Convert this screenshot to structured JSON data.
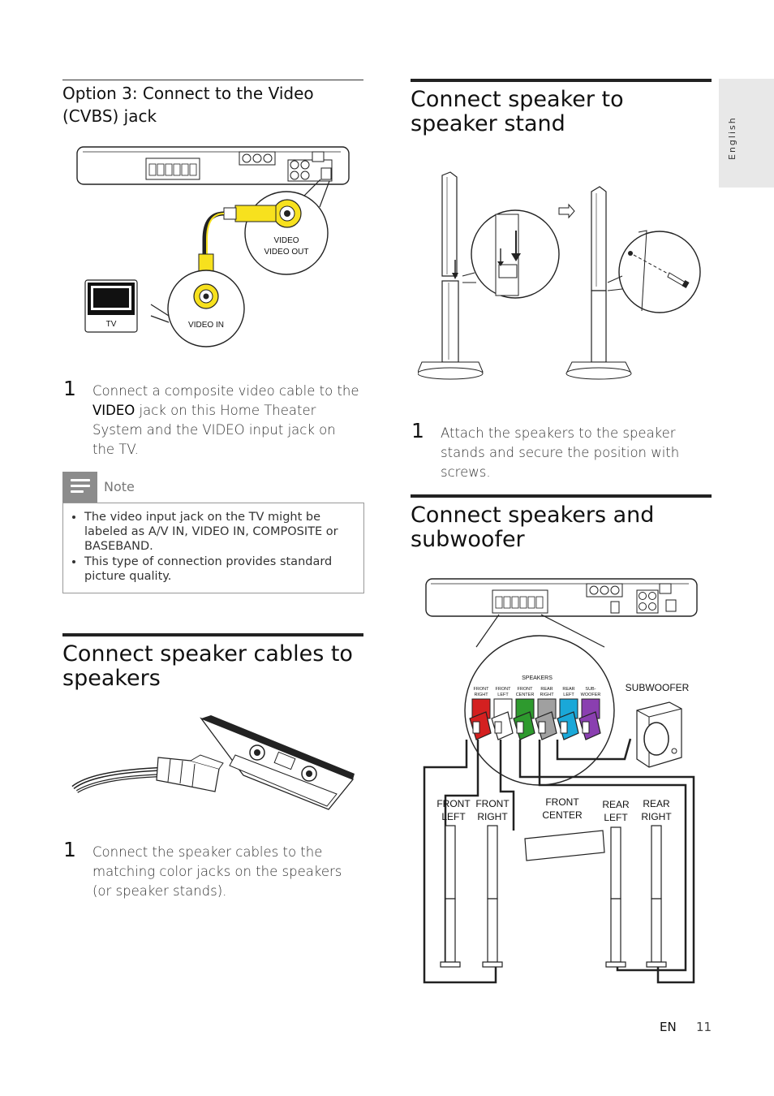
{
  "sidebar": {
    "language": "English"
  },
  "left": {
    "option_title": "Option 3: Connect to the Video (CVBS) jack",
    "video_diagram": {
      "video_label": "VIDEO",
      "video_out_label": "VIDEO OUT",
      "tv_label": "TV",
      "video_in_label": "VIDEO IN"
    },
    "step1": {
      "num": "1",
      "text_a": "Connect a composite video cable to the ",
      "text_bold": "VIDEO",
      "text_b": " jack on this Home Theater System and the VIDEO input jack on the TV."
    },
    "note": {
      "label": "Note",
      "items": [
        "The video input jack on the TV might be labeled as A/V IN, VIDEO IN, COMPOSITE or BASEBAND.",
        "This type of connection provides standard picture quality."
      ]
    },
    "section_cables": {
      "title": "Connect speaker cables to speakers",
      "step_num": "1",
      "step_text": "Connect the speaker cables to the matching color jacks on the speakers (or speaker stands)."
    }
  },
  "right": {
    "section_stand": {
      "title": "Connect speaker to speaker stand",
      "step_num": "1",
      "step_text": "Attach the speakers to the speaker stands and secure the position with screws."
    },
    "section_speakers": {
      "title": "Connect speakers and subwoofer",
      "diagram": {
        "speakers_label": "SPEAKERS",
        "jacks": [
          {
            "l1": "FRONT",
            "l2": "RIGHT",
            "color": "#d42020"
          },
          {
            "l1": "FRONT",
            "l2": "LEFT",
            "color": "#ffffff"
          },
          {
            "l1": "FRONT",
            "l2": "CENTER",
            "color": "#2e9a2e"
          },
          {
            "l1": "REAR",
            "l2": "RIGHT",
            "color": "#a0a0a0"
          },
          {
            "l1": "REAR",
            "l2": "LEFT",
            "color": "#1aa8d8"
          },
          {
            "l1": "SUB-",
            "l2": "WOOFER",
            "color": "#8a3fb0"
          }
        ],
        "subwoofer_label": "SUBWOOFER",
        "front_left": [
          "FRONT",
          "LEFT"
        ],
        "front_right": [
          "FRONT",
          "RIGHT"
        ],
        "front_center": [
          "FRONT",
          "CENTER"
        ],
        "rear_left": [
          "REAR",
          "LEFT"
        ],
        "rear_right": [
          "REAR",
          "RIGHT"
        ]
      }
    }
  },
  "footer": {
    "lang": "EN",
    "page": "11"
  }
}
